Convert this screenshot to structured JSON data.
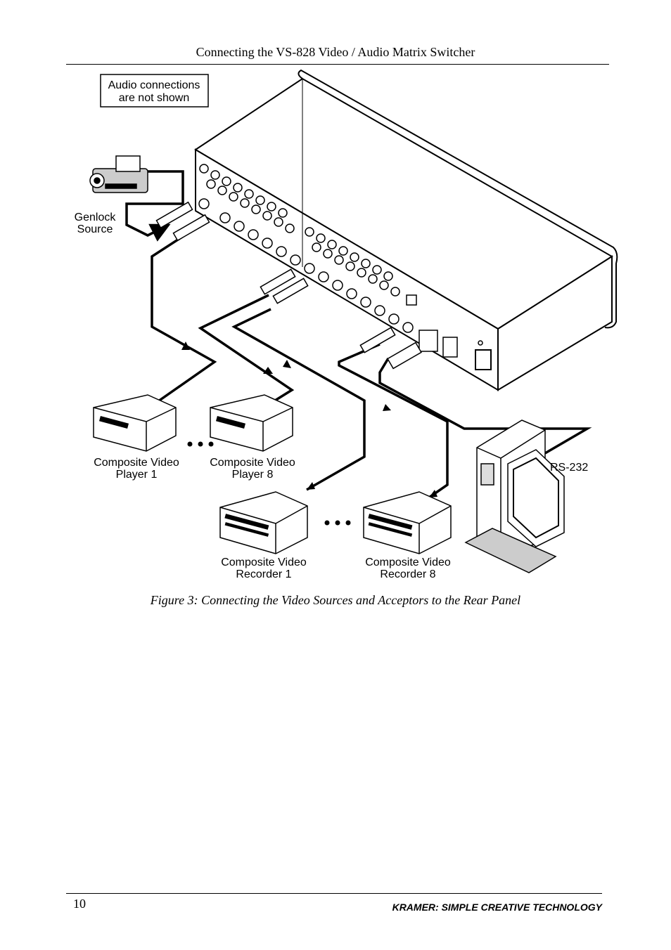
{
  "header": {
    "title": "Connecting  the VS-828 Video / Audio Matrix Switcher"
  },
  "diagram": {
    "note_line1": "Audio connections",
    "note_line2": "are not shown",
    "genlock_line1": "Genlock",
    "genlock_line2": "Source",
    "player1_line1": "Composite Video",
    "player1_line2": "Player 1",
    "player8_line1": "Composite Video",
    "player8_line2": "Player 8",
    "recorder1_line1": "Composite Video",
    "recorder1_line2": "Recorder 1",
    "recorder8_line1": "Composite Video",
    "recorder8_line2": "Recorder 8",
    "rs232_label": "RS-232"
  },
  "caption": "Figure 3: Connecting the Video Sources and Acceptors to the Rear Panel",
  "footer": {
    "page_number": "10",
    "brand": "KRAMER: SIMPLE CREATIVE TECHNOLOGY"
  }
}
